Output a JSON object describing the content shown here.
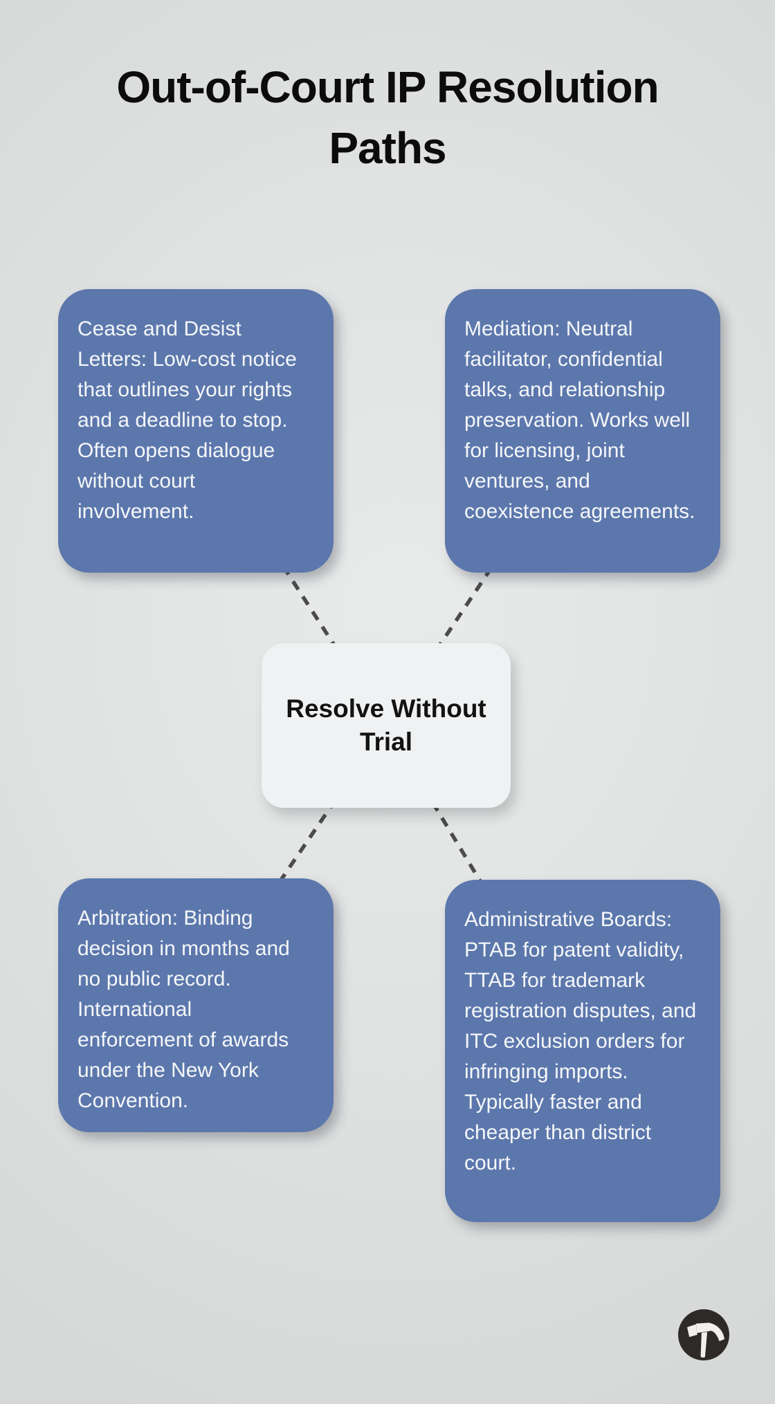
{
  "title": {
    "text": "Out-of-Court IP Resolution Paths",
    "line1": "Out-of-Court IP Resolution",
    "line2": "Paths"
  },
  "center_node": {
    "label": "Resolve Without Trial"
  },
  "nodes": [
    {
      "id": "cease-and-desist",
      "text": "Cease and Desist Letters: Low-cost notice that outlines your rights and a deadline to stop. Often opens dialogue without court involvement."
    },
    {
      "id": "mediation",
      "text": "Mediation: Neutral facilitator, confidential talks, and relationship preservation. Works well for licensing, joint ventures, and coexistence agreements."
    },
    {
      "id": "arbitration",
      "text": "Arbitration: Binding decision in months and no public record. International enforcement of awards under the New York Convention."
    },
    {
      "id": "administrative-boards",
      "text": "Administrative Boards: PTAB for patent validity, TTAB for trademark registration disputes, and ITC exclusion orders for infringing imports. Typically faster and cheaper than district court."
    }
  ],
  "branding": {
    "icon": "hammer-icon"
  },
  "colors": {
    "background": "#dfe1e1",
    "node_fill": "#5c77ac",
    "node_text": "#f5f7f9",
    "center_fill": "#eff1f2",
    "center_text": "#121212",
    "connector": "#4b4b4b",
    "title_color": "#0c0c0c",
    "logo_bg": "#2e2a27",
    "logo_fg": "#f2f0ec"
  }
}
